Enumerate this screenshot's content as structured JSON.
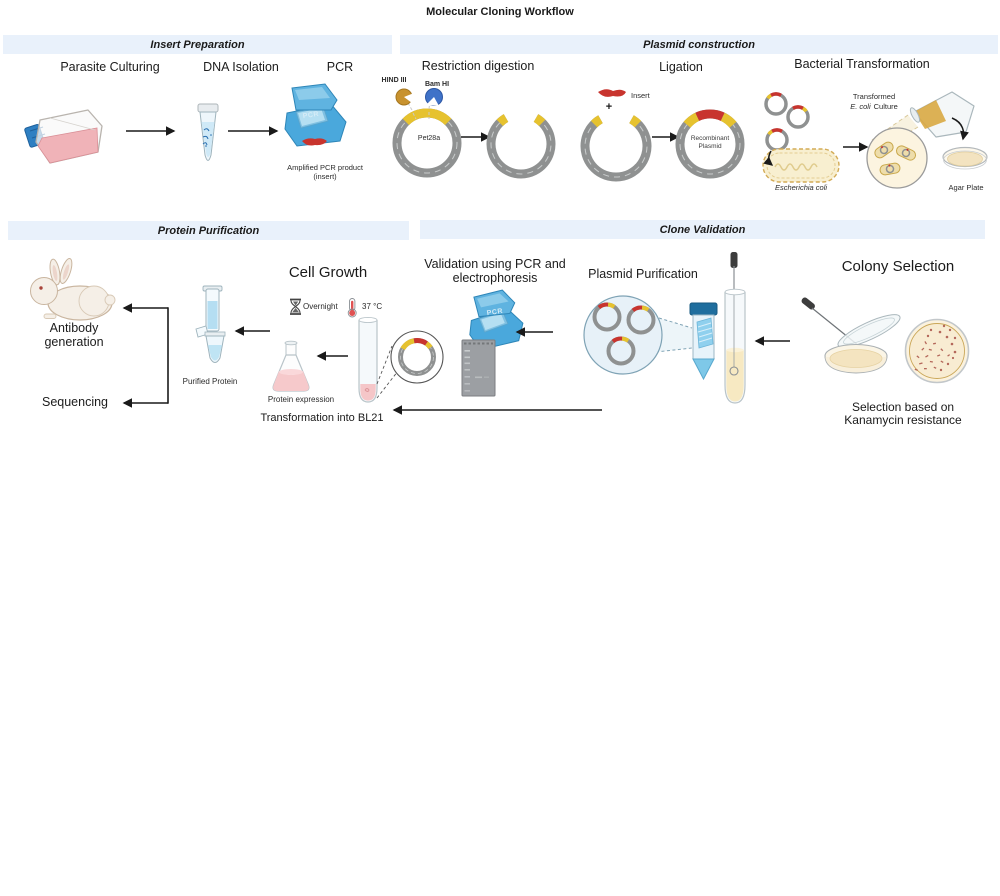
{
  "title": "Molecular Cloning Workflow",
  "sections": {
    "insert_preparation": "Insert Preparation",
    "plasmid_construction": "Plasmid construction",
    "protein_purification": "Protein Purification",
    "clone_validation": "Clone Validation"
  },
  "steps": {
    "parasite_culturing": "Parasite Culturing",
    "dna_isolation": "DNA Isolation",
    "pcr": "PCR",
    "restriction_digestion": "Restriction digestion",
    "ligation": "Ligation",
    "bacterial_transformation": "Bacterial Transformation",
    "cell_growth": "Cell Growth",
    "validation_line1": "Validation using PCR and",
    "validation_line2": "electrophoresis",
    "plasmid_purification": "Plasmid Purification",
    "colony_selection": "Colony Selection"
  },
  "labels": {
    "amplified_line1": "Amplified PCR product",
    "amplified_line2": "(insert)",
    "hind_iii": "HIND III",
    "bam_hi": "Bam HI",
    "pet28a": "Pet28a",
    "plus": "+",
    "insert": "Insert",
    "recombinant_line1": "Recombinant",
    "recombinant_line2": "Plasmid",
    "escherichia_coli": "Escherichia coli",
    "transformed": "Transformed",
    "ecoli_italic": "E. coli",
    "culture_rest": "Culture",
    "agar_plate": "Agar Plate",
    "selection_line1": "Selection based on",
    "selection_line2": "Kanamycin resistance",
    "overnight": "Overnight",
    "temperature": "37 °C",
    "protein_expression": "Protein expression",
    "transformation_bl21": "Transformation into BL21",
    "purified_protein": "Purified Protein",
    "antibody_line1": "Antibody",
    "antibody_line2": "generation",
    "sequencing": "Sequencing",
    "pcr_machine_text": "PCR"
  },
  "colors": {
    "section_bar": "#e9f1fb",
    "plasmid_gray": "#8f9191",
    "insert_red": "#c8342e",
    "site_yellow": "#e6c22f",
    "machine_blue": "#4aa8dc",
    "ecoli_cream": "#f8efd0",
    "agar_cream": "#f4e4c0"
  }
}
